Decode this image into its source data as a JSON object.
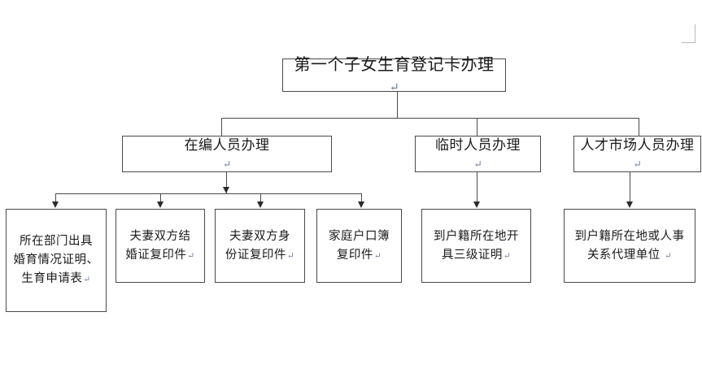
{
  "document": {
    "title": "第一个子女生育登记卡办理",
    "paragraph_mark": "↵"
  },
  "chart_data": {
    "type": "diagram",
    "title": "第一个子女生育登记卡办理",
    "orientation": "top-down",
    "levels": 3
  },
  "nodes": {
    "root": {
      "label": "第一个子女生育登记卡办理",
      "mark": "↵"
    },
    "branches": [
      {
        "label": "在编人员办理",
        "mark": "↵"
      },
      {
        "label": "临时人员办理",
        "mark": "↵"
      },
      {
        "label": "人才市场人员办理",
        "mark": "↵"
      }
    ],
    "leaves": [
      {
        "lines": [
          "所在部门出具",
          "婚育情况证明、",
          "生育申请表"
        ],
        "mark": "↵"
      },
      {
        "lines": [
          "夫妻双方结",
          "婚证复印件"
        ],
        "mark": "↵"
      },
      {
        "lines": [
          "夫妻双方身",
          "份证复印件"
        ],
        "mark": "↵"
      },
      {
        "lines": [
          "家庭户口簿",
          "复印件"
        ],
        "mark": "↵"
      },
      {
        "lines": [
          "到户籍所在地开",
          "具三级证明"
        ],
        "mark": "↵"
      },
      {
        "lines": [
          "到户籍所在地或人事",
          "关系代理单位 "
        ],
        "mark": "↵"
      }
    ]
  },
  "style": {
    "border_color": "#4a4a4a",
    "arrow_color": "#2b2b2b",
    "text_color": "#1a1a1a",
    "mark_color": "#6b7c96",
    "background": "#ffffff"
  }
}
